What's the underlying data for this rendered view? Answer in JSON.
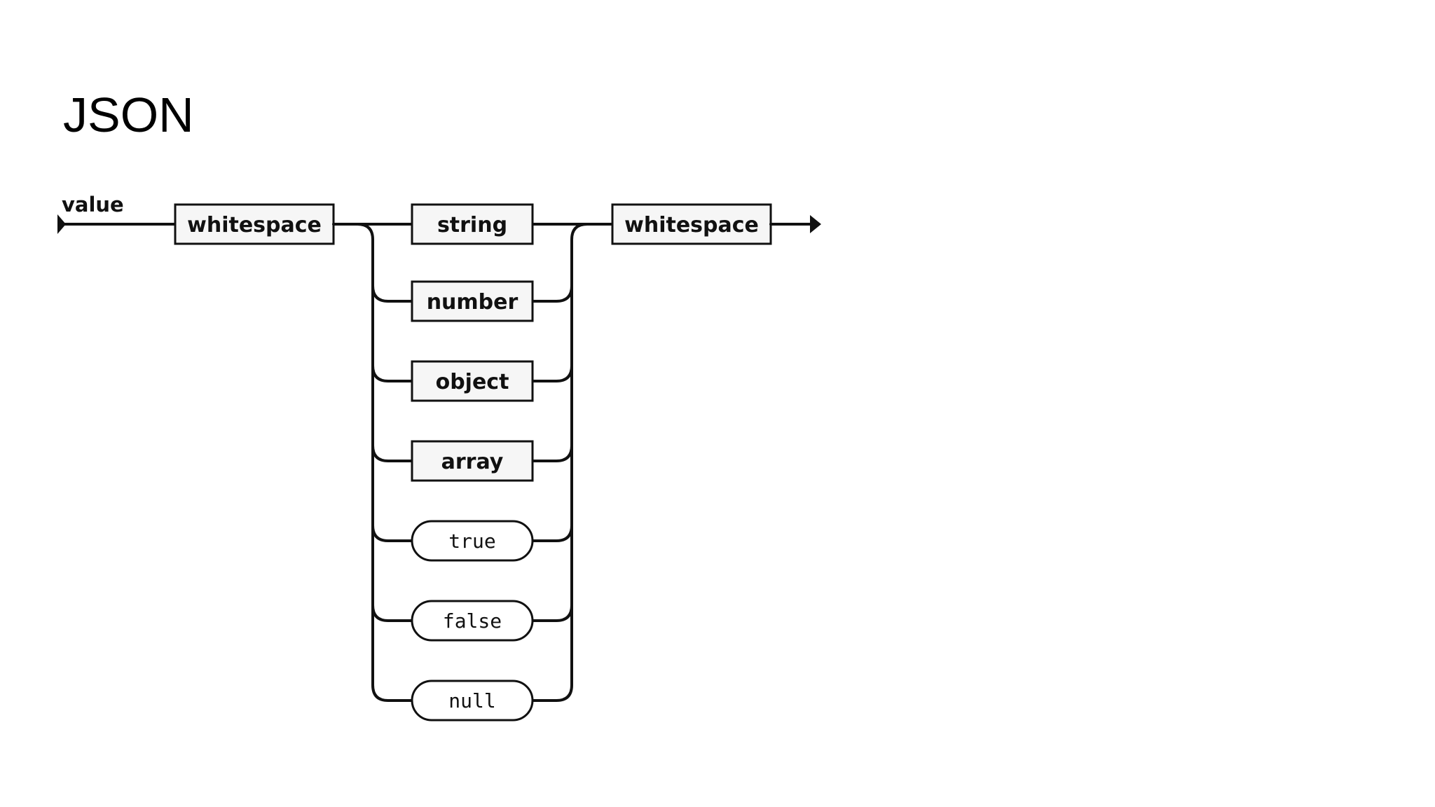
{
  "slide": {
    "title": "JSON"
  },
  "diagram": {
    "rule_name": "value",
    "leading": {
      "label": "whitespace",
      "kind": "nonterminal"
    },
    "choices": [
      {
        "label": "string",
        "kind": "nonterminal"
      },
      {
        "label": "number",
        "kind": "nonterminal"
      },
      {
        "label": "object",
        "kind": "nonterminal"
      },
      {
        "label": "array",
        "kind": "nonterminal"
      },
      {
        "label": "true",
        "kind": "terminal"
      },
      {
        "label": "false",
        "kind": "terminal"
      },
      {
        "label": "null",
        "kind": "terminal"
      }
    ],
    "trailing": {
      "label": "whitespace",
      "kind": "nonterminal"
    },
    "colors": {
      "line": "#111111",
      "background": "#ffffff"
    }
  }
}
